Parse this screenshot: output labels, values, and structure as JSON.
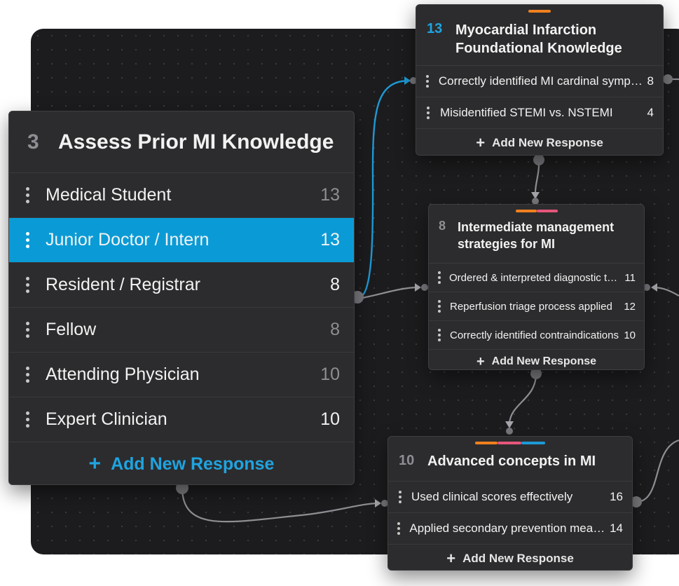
{
  "colors": {
    "accent": "#0a9bd6",
    "accent_text": "#1fa4e0",
    "orange": "#f0801f",
    "pink": "#e5557a",
    "blue": "#1e9ad6",
    "canvas": "#1c1c1e",
    "node": "#2c2c2e"
  },
  "nodes": {
    "assess": {
      "number": "3",
      "title": "Assess Prior MI Knowledge",
      "responses": [
        {
          "label": "Medical Student",
          "count": "13"
        },
        {
          "label": "Junior Doctor / Intern",
          "count": "13"
        },
        {
          "label": "Resident / Registrar",
          "count": "8"
        },
        {
          "label": "Fellow",
          "count": "8"
        },
        {
          "label": "Attending Physician",
          "count": "10"
        },
        {
          "label": "Expert Clinician",
          "count": "10"
        }
      ],
      "add_label": "Add New Response"
    },
    "foundational": {
      "number": "13",
      "title_line1": "Myocardial Infarction",
      "title_line2": "Foundational Knowledge",
      "responses": [
        {
          "label": "Correctly identified MI cardinal symptoms",
          "count": "8"
        },
        {
          "label": "Misidentified STEMI vs. NSTEMI",
          "count": "4"
        }
      ],
      "add_label": "Add New Response"
    },
    "intermediate": {
      "number": "8",
      "title_line1": "Intermediate management",
      "title_line2": "strategies for MI",
      "responses": [
        {
          "label": "Ordered & interpreted diagnostic tests",
          "count": "11"
        },
        {
          "label": "Reperfusion triage process applied",
          "count": "12"
        },
        {
          "label": "Correctly identified contraindications",
          "count": "10"
        }
      ],
      "add_label": "Add New Response"
    },
    "advanced": {
      "number": "10",
      "title": "Advanced concepts in MI",
      "responses": [
        {
          "label": "Used clinical scores effectively",
          "count": "16"
        },
        {
          "label": "Applied secondary prevention measures",
          "count": "14"
        }
      ],
      "add_label": "Add New Response"
    }
  },
  "icons": {
    "drag": "vertical-dots-icon",
    "add": "plus-icon"
  }
}
